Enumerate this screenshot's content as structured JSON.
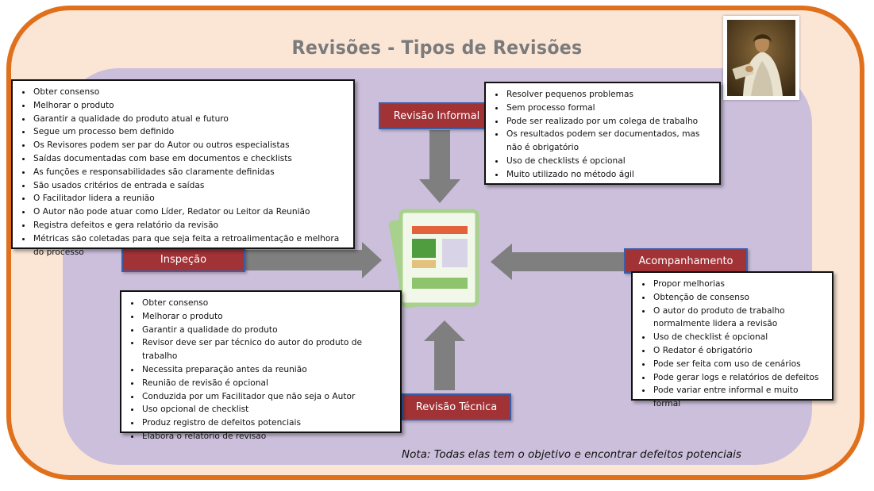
{
  "title": "Revisões - Tipos de Revisões",
  "note": "Nota: Todas elas tem o objetivo e encontrar defeitos potenciais",
  "colors": {
    "frame_border": "#e0701c",
    "frame_fill": "#fbe6d6",
    "panel_fill": "#cbbfdc",
    "label_fill": "#a13236",
    "arrow": "#7f7f7f"
  },
  "icons": {
    "center": "document-icon",
    "portrait": "monk-portrait-image"
  },
  "labels": {
    "inspecao": "Inspeção",
    "revisao_informal": "Revisão Informal",
    "acompanhamento": "Acompanhamento",
    "revisao_tecnica": "Revisão Técnica"
  },
  "inspecao_items": [
    "Obter consenso",
    "Melhorar o produto",
    "Garantir a qualidade do produto atual e futuro",
    "Segue um processo bem definido",
    "Os Revisores podem ser par do Autor ou outros especialistas",
    "Saídas documentadas com base em documentos e checklists",
    "As funções e responsabilidades são claramente definidas",
    "São usados critérios de entrada e saídas",
    "O Facilitador lidera a reunião",
    "O Autor não pode atuar como Líder, Redator ou Leitor da Reunião",
    "Registra defeitos e gera relatório da revisão",
    "Métricas são coletadas para que seja feita a retroalimentação e melhora do processo"
  ],
  "informal_items": [
    "Resolver pequenos problemas",
    "Sem processo formal",
    "Pode ser realizado por um colega de trabalho",
    "Os resultados podem ser documentados, mas não é obrigatório",
    "Uso de checklists é opcional",
    "Muito utilizado no método ágil"
  ],
  "acompanhamento_items": [
    "Propor melhorias",
    "Obtenção de consenso",
    "O autor do produto de trabalho normalmente lidera a revisão",
    "Uso de checklist é opcional",
    "O Redator é obrigatório",
    "Pode ser feita com uso de cenários",
    "Pode gerar logs e relatórios de defeitos",
    "Pode variar entre informal e muito formal"
  ],
  "tecnica_items": [
    "Obter consenso",
    "Melhorar o produto",
    "Garantir a qualidade do produto",
    "Revisor deve ser par técnico do autor do produto de trabalho",
    "Necessita preparação antes da reunião",
    "Reunião de revisão é opcional",
    "Conduzida por um Facilitador que não seja o Autor",
    "Uso opcional de checklist",
    "Produz registro de defeitos potenciais",
    "Elabora o relatório de revisão"
  ]
}
